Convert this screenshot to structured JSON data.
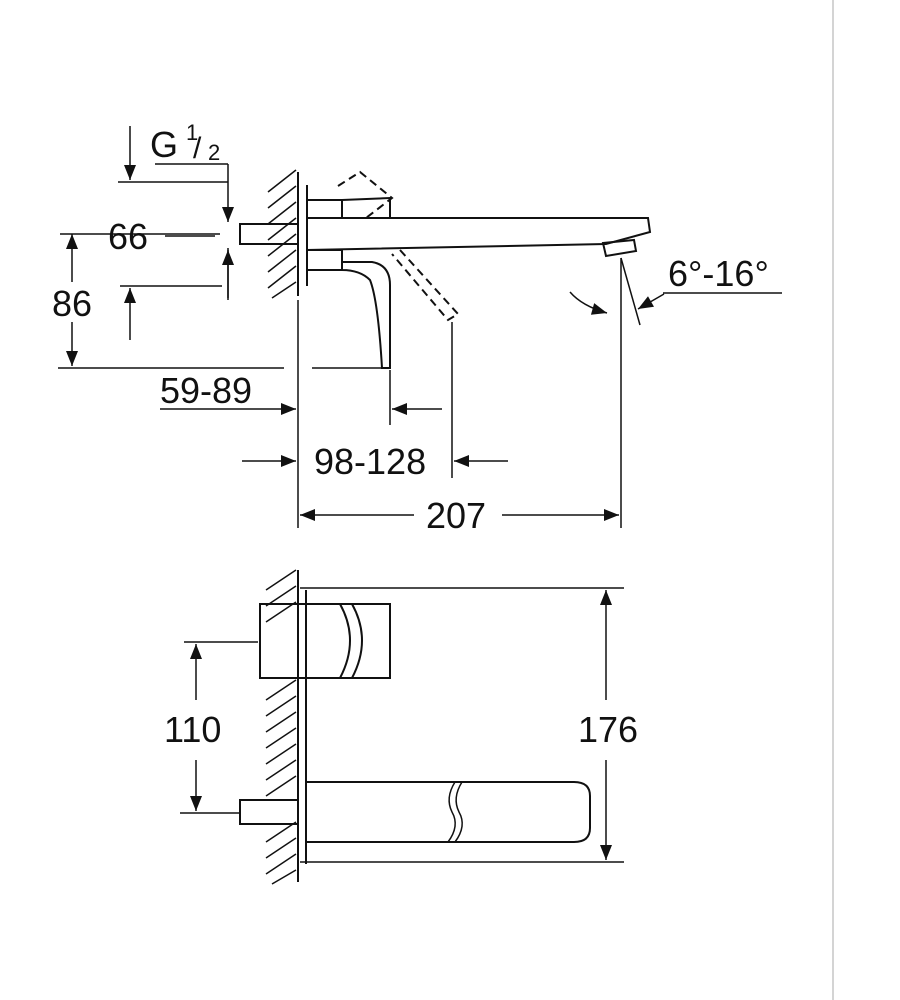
{
  "dimensions": {
    "thread": {
      "prefix": "G",
      "num": "1",
      "den": "2"
    },
    "d66": "66",
    "d86": "86",
    "d59_89": "59-89",
    "d98_128": "98-128",
    "d207": "207",
    "angle": "6°-16°",
    "d110": "110",
    "d176": "176"
  },
  "colors": {
    "line": "#111111",
    "divider": "#d4d4d4"
  }
}
